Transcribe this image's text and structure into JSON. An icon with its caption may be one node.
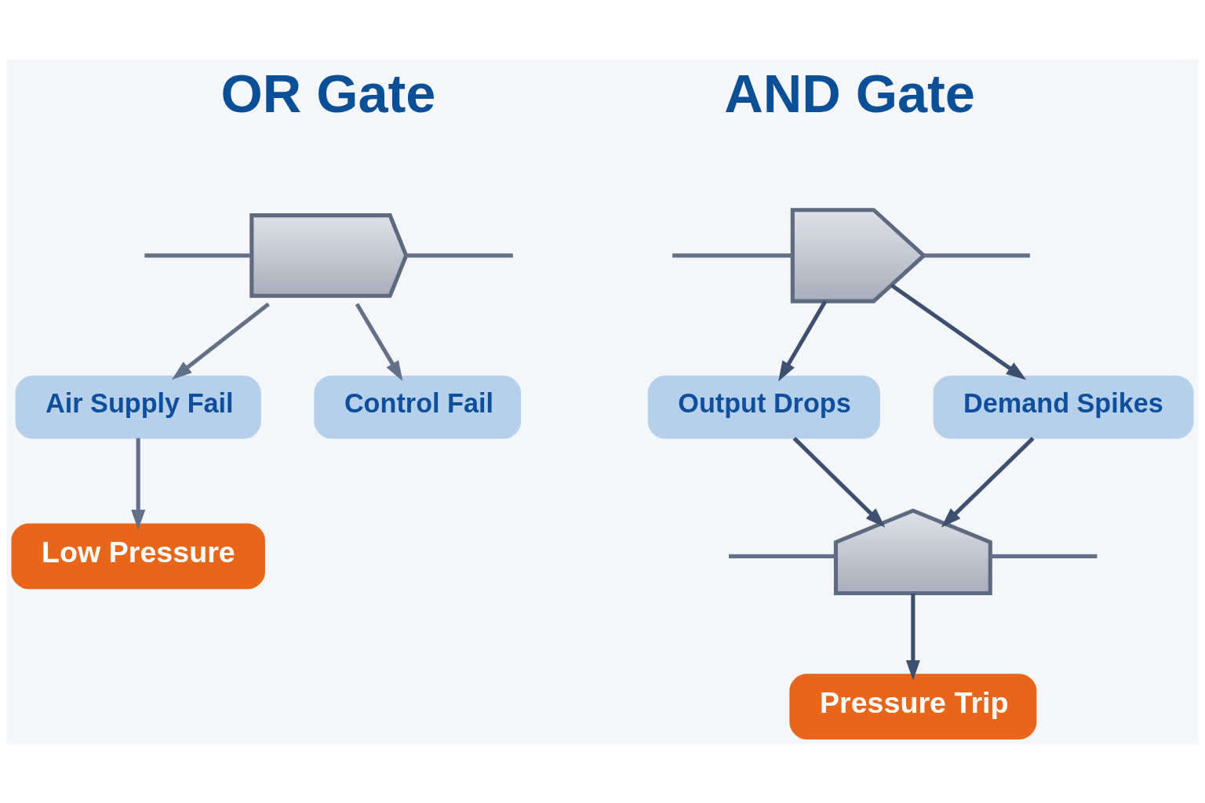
{
  "diagram": {
    "nodes": [
      {
        "text": [],
        "shape": "gate"
      },
      {
        "text": [
          "Air Supply Fail"
        ]
      },
      {
        "text": [
          "Control Fail"
        ]
      },
      {
        "text": [
          "Low Pressure"
        ]
      },
      {
        "text": [],
        "shape": "gate"
      },
      {
        "text": [
          "Output Drops"
        ]
      },
      {
        "text": [
          "Demand Spikes"
        ]
      },
      {
        "text": [],
        "shape": "gate"
      },
      {
        "text": [
          "Pressure Trip"
        ]
      }
    ],
    "edges": [
      {
        "from": null,
        "to": 0,
        "arrow": "none"
      },
      {
        "from": 0,
        "to": null,
        "arrow": "none"
      },
      {
        "from": 0,
        "to": 1,
        "arrow": "to"
      },
      {
        "from": 0,
        "to": 2,
        "arrow": "to"
      },
      {
        "from": 1,
        "to": 3,
        "arrow": "to"
      },
      {
        "from": null,
        "to": 4,
        "arrow": "none"
      },
      {
        "from": 4,
        "to": null,
        "arrow": "none"
      },
      {
        "from": 4,
        "to": 5,
        "arrow": "to",
        "color": "#3d5070"
      },
      {
        "from": 4,
        "to": 6,
        "arrow": "to",
        "color": "#3d5070"
      },
      {
        "from": 5,
        "to": 7,
        "arrow": "to",
        "color": "#3d5070"
      },
      {
        "from": 6,
        "to": 7,
        "arrow": "to",
        "color": "#3d5070"
      },
      {
        "from": null,
        "to": 7,
        "arrow": "none"
      },
      {
        "from": 7,
        "to": null,
        "arrow": "none"
      },
      {
        "from": 7,
        "to": 8,
        "arrow": "to",
        "color": "#3d5070"
      }
    ],
    "labels": [
      "OR Gate",
      "AND Gate"
    ]
  }
}
